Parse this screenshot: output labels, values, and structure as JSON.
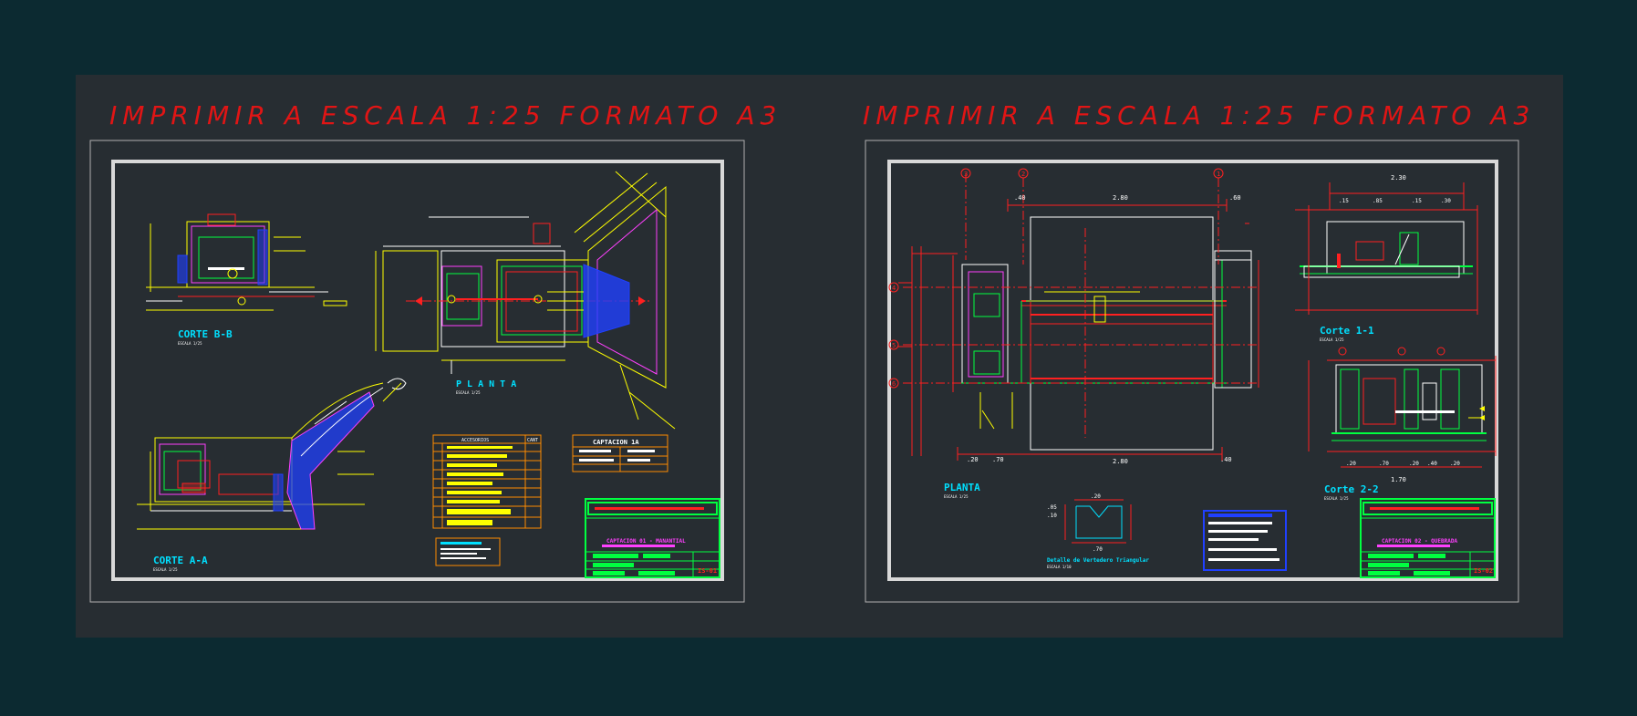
{
  "sheets": [
    {
      "banner": "IMPRIMIR A ESCALA 1:25 FORMATO A3",
      "labels": {
        "corte_bb": "CORTE B-B",
        "escala_bb": "ESCALA 1/25",
        "planta": "P L A N T A",
        "escala_planta": "ESCALA 1/25",
        "corte_aa": "CORTE A-A",
        "escala_aa": "ESCALA 1/25",
        "accesorios": "ACCESORIOS",
        "cant": "CANT",
        "captacion": "CAPTACION 1A",
        "tb_line": "CAPTACION 01 - MANANTIAL",
        "tb_code": "IS-01"
      }
    },
    {
      "banner": "IMPRIMIR A ESCALA 1:25 FORMATO A3",
      "labels": {
        "planta": "PLANTA",
        "escala_planta": "ESCALA 1/25",
        "corte11": "Corte 1-1",
        "escala_corte11": "ESCALA 1/25",
        "corte22": "Corte 2-2",
        "escala_corte22": "ESCALA 1/25",
        "detalle": "Detalle de Vertedero Triangular",
        "escala_detalle": "ESCALA 1/10",
        "tb_line": "CAPTACION 02 - QUEBRADA",
        "tb_code": "IS-02",
        "dims_planta_top": [
          "2.80",
          ".40",
          ".60"
        ],
        "dims_planta_bottom": [
          "2.80",
          ".20",
          ".70",
          ".40"
        ],
        "dims_corte11_top": [
          "2.30",
          ".15",
          ".85",
          ".15",
          ".30"
        ],
        "dims_corte22_bottom": [
          "1.70",
          ".20",
          ".70",
          ".20",
          ".40",
          ".20"
        ],
        "dims_detalle": [
          ".20",
          ".05",
          ".10",
          ".70"
        ],
        "axis_ids": [
          "1",
          "2",
          "3",
          "4",
          "5",
          "6"
        ]
      }
    }
  ],
  "colors": {
    "background": "#0c2a31",
    "sheet": "#272d32",
    "frame": "#c8c8c8",
    "banner": "#e01515",
    "red": "#ff2020",
    "yellow": "#ffff00",
    "green": "#00ff40",
    "cyan": "#00e0ff",
    "magenta": "#ff40ff",
    "blue": "#2040ff",
    "white": "#ffffff",
    "orange": "#ff8c00"
  }
}
